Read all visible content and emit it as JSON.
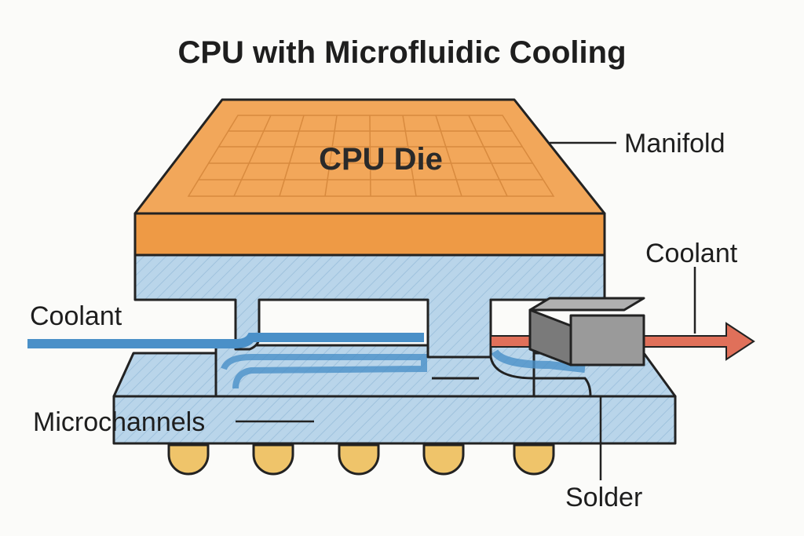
{
  "title": "CPU with Microfluidic Cooling",
  "labels": {
    "die": "CPU Die",
    "manifold": "Manifold",
    "coolant_out": "Coolant",
    "coolant_in": "Coolant",
    "microchannels": "Microchannels",
    "solder": "Solder"
  },
  "colors": {
    "die_top": "#F2A75A",
    "die_front": "#EE9A45",
    "manifold_blue": "#B9D5EA",
    "coolant_blue": "#4A90C8",
    "hot_coolant": "#E0705A",
    "block_gray": "#8E8E8E",
    "solder": "#EFC46A"
  }
}
